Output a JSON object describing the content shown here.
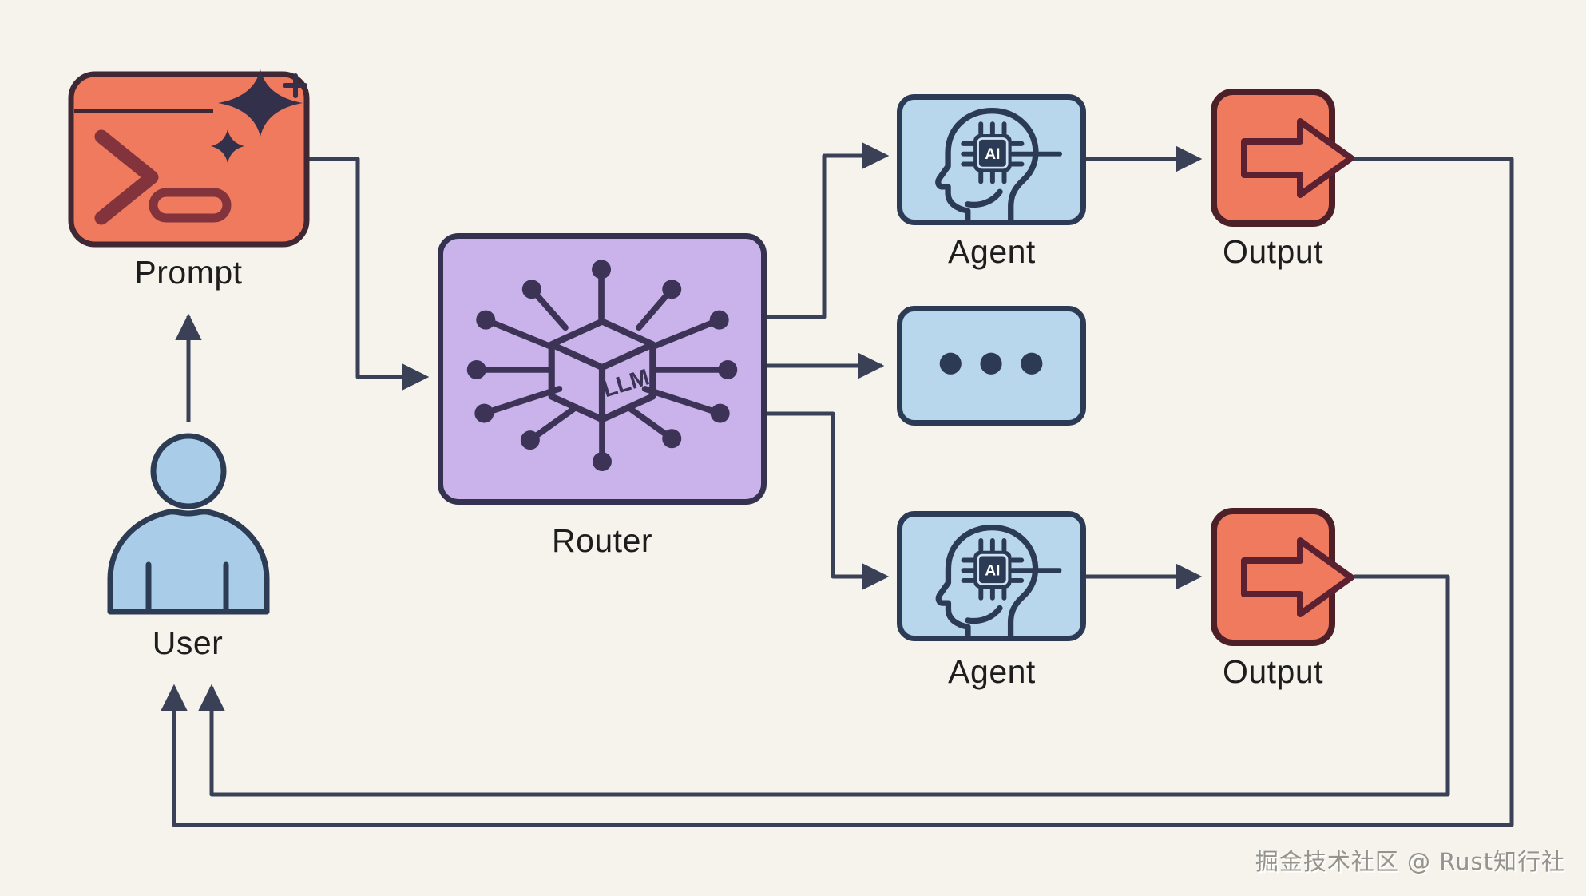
{
  "title": "LLM Router multi-agent flow diagram",
  "watermark": "掘金技术社区 @ Rust知行社",
  "nodes": [
    {
      "id": "user",
      "label": "User",
      "icon": "person-icon"
    },
    {
      "id": "prompt",
      "label": "Prompt",
      "icon": "terminal-sparkle-icon"
    },
    {
      "id": "router",
      "label": "Router",
      "icon": "llm-network-cube-icon",
      "icon_text": "LLM"
    },
    {
      "id": "agent_top",
      "label": "Agent",
      "icon": "ai-head-chip-icon",
      "icon_text": "AI"
    },
    {
      "id": "more_agents",
      "label": "",
      "icon": "ellipsis-icon"
    },
    {
      "id": "agent_bottom",
      "label": "Agent",
      "icon": "ai-head-chip-icon",
      "icon_text": "AI"
    },
    {
      "id": "output_top",
      "label": "Output",
      "icon": "export-arrow-icon"
    },
    {
      "id": "output_bottom",
      "label": "Output",
      "icon": "export-arrow-icon"
    }
  ],
  "edges": [
    {
      "from": "user",
      "to": "prompt",
      "style": "straight-arrow-up"
    },
    {
      "from": "prompt",
      "to": "router",
      "style": "elbow-arrow"
    },
    {
      "from": "router",
      "to": "agent_top",
      "style": "elbow-arrow"
    },
    {
      "from": "router",
      "to": "more_agents",
      "style": "straight-arrow"
    },
    {
      "from": "router",
      "to": "agent_bottom",
      "style": "elbow-arrow"
    },
    {
      "from": "agent_top",
      "to": "output_top",
      "style": "straight-arrow"
    },
    {
      "from": "agent_bottom",
      "to": "output_bottom",
      "style": "straight-arrow"
    },
    {
      "from": "output_top",
      "to": "user",
      "style": "elbow-return-arrow"
    },
    {
      "from": "output_bottom",
      "to": "user",
      "style": "elbow-return-arrow"
    }
  ],
  "colors": {
    "background": "#f5f3ec",
    "coral_fill": "#ef7a5e",
    "prompt_border": "#3f2733",
    "prompt_glyph": "#82333c",
    "sparkle": "#32304a",
    "output_border": "#4d2029",
    "output_arrow_stroke": "#5c2130",
    "blue_fill": "#b9d7ec",
    "blue_border": "#2b3a55",
    "purple_fill": "#c9b3ea",
    "purple_border": "#34324e",
    "circuit": "#3d3357",
    "connector": "#3a4156",
    "label_text": "#1d1d1d",
    "watermark_text": "#94938c"
  }
}
